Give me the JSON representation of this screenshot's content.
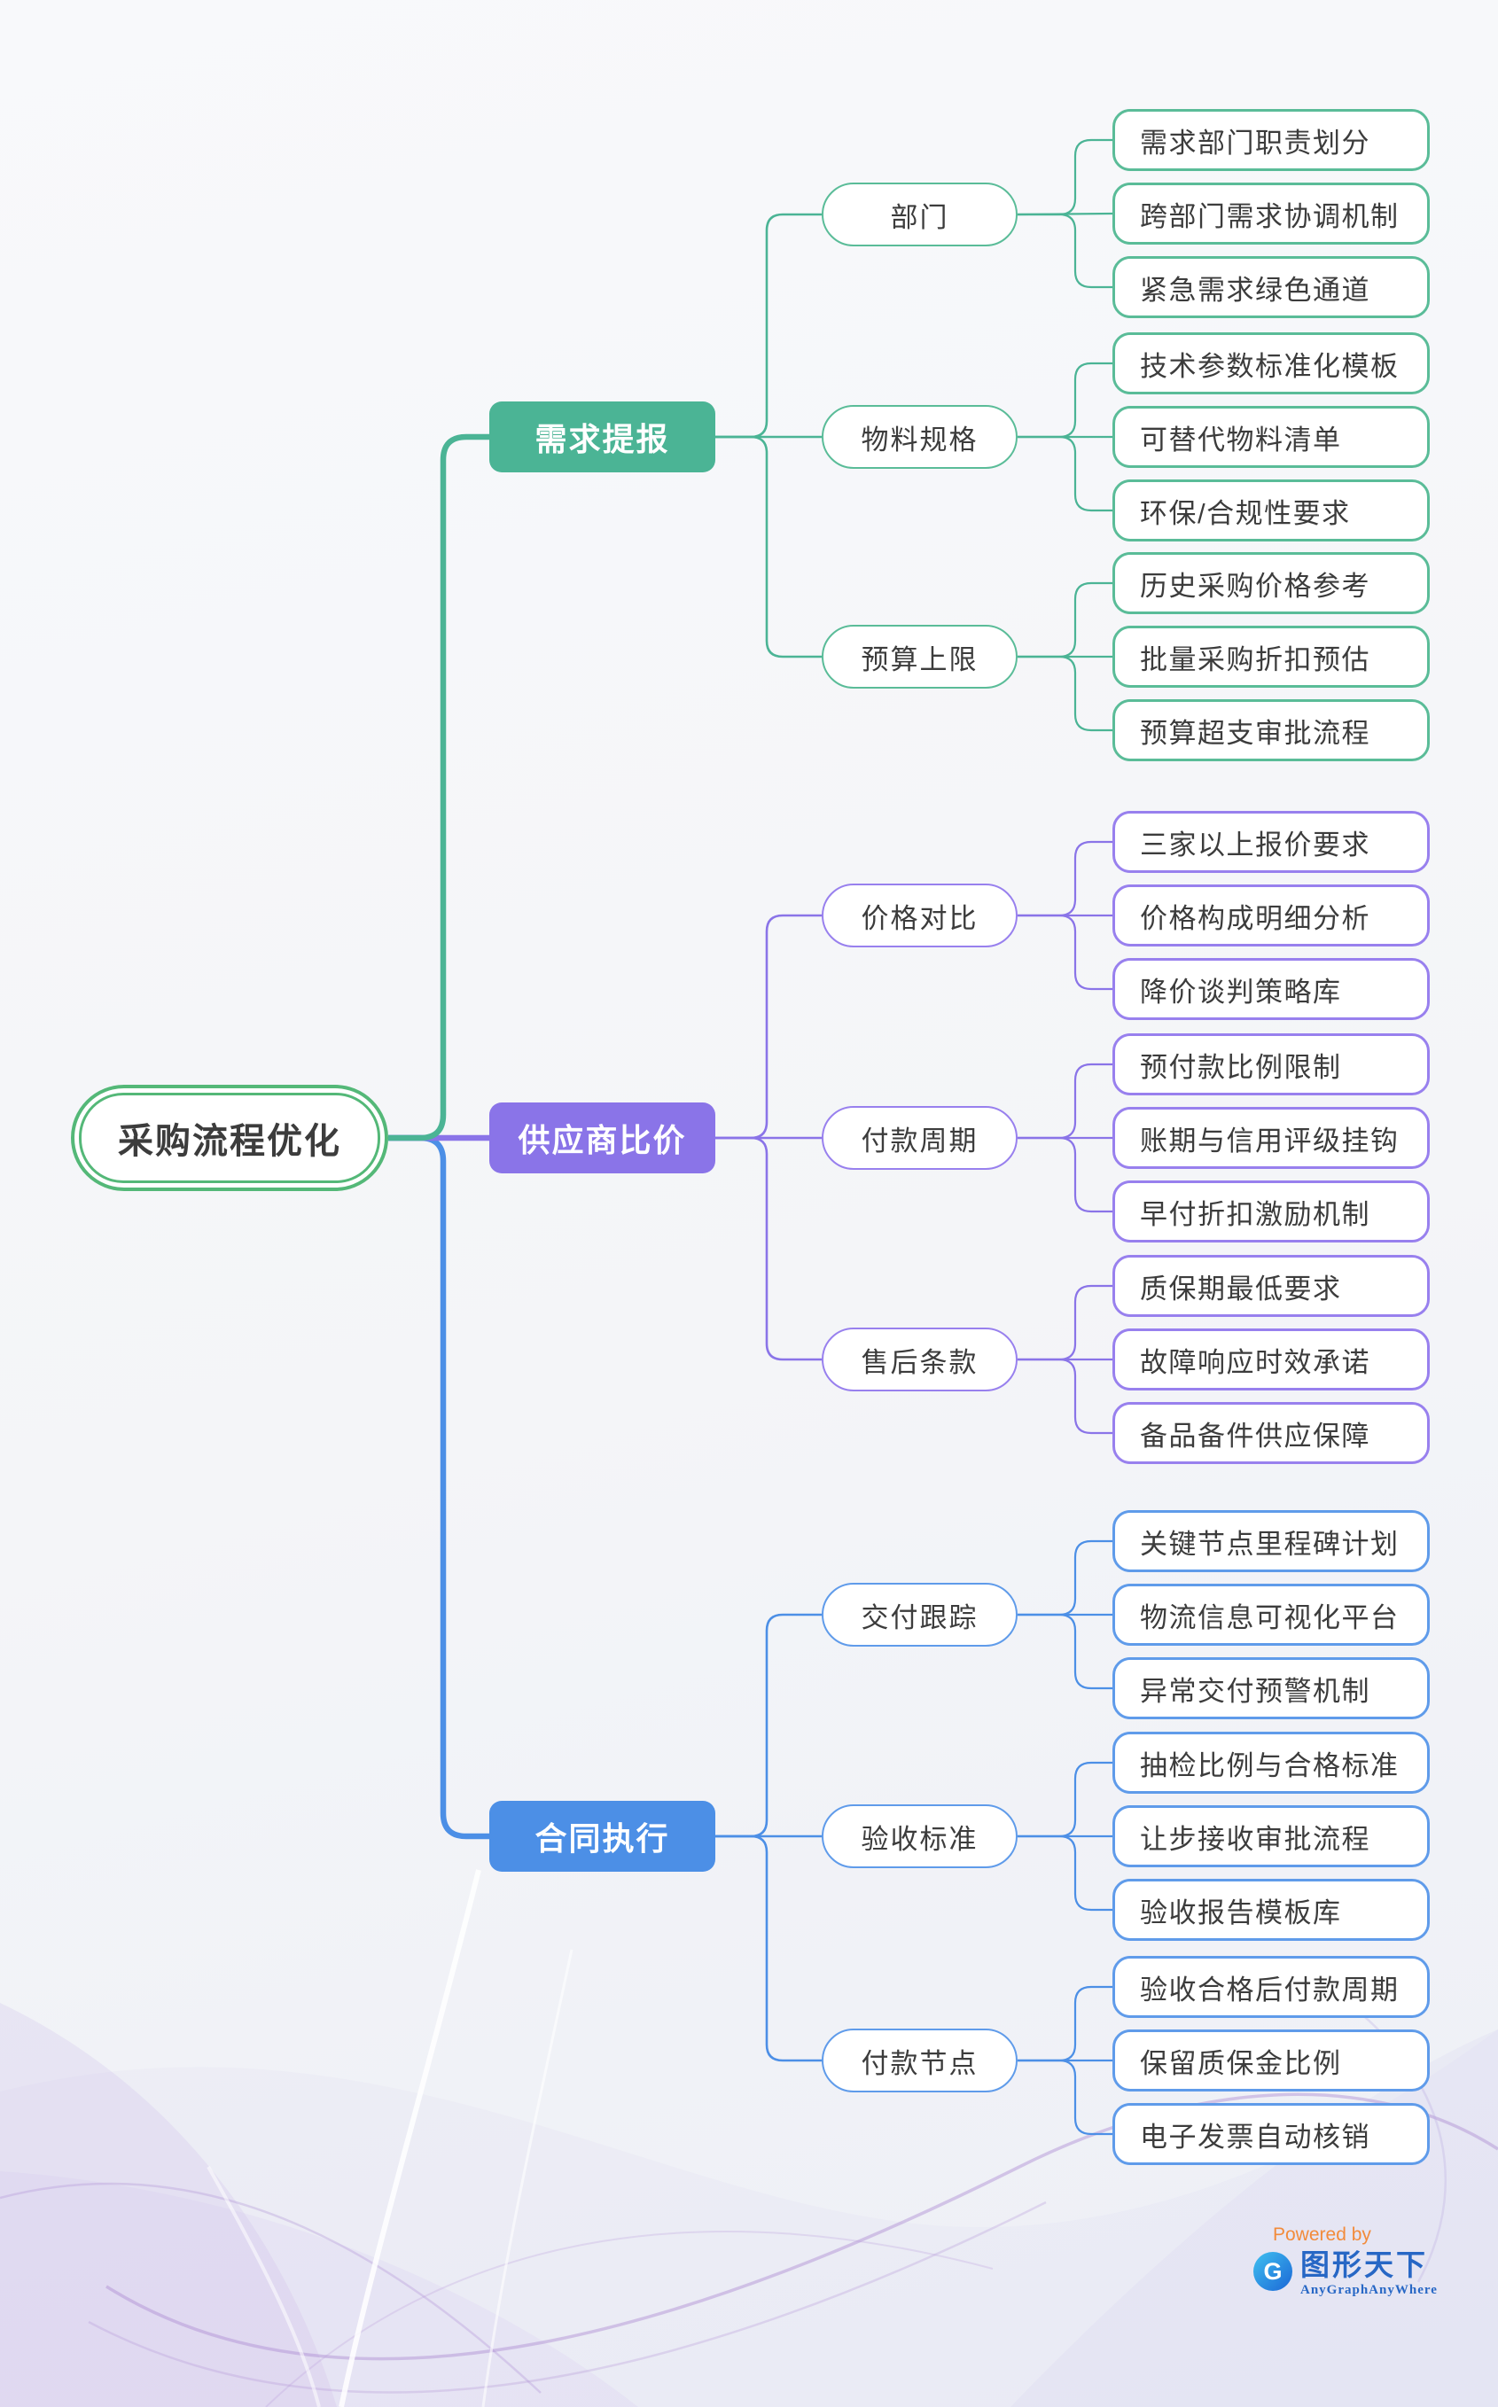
{
  "root": {
    "label": "采购流程优化"
  },
  "branches": [
    {
      "label": "需求提报",
      "color_key": "green",
      "children": [
        {
          "label": "部门",
          "leaves": [
            "需求部门职责划分",
            "跨部门需求协调机制",
            "紧急需求绿色通道"
          ]
        },
        {
          "label": "物料规格",
          "leaves": [
            "技术参数标准化模板",
            "可替代物料清单",
            "环保/合规性要求"
          ]
        },
        {
          "label": "预算上限",
          "leaves": [
            "历史采购价格参考",
            "批量采购折扣预估",
            "预算超支审批流程"
          ]
        }
      ]
    },
    {
      "label": "供应商比价",
      "color_key": "purple",
      "children": [
        {
          "label": "价格对比",
          "leaves": [
            "三家以上报价要求",
            "价格构成明细分析",
            "降价谈判策略库"
          ]
        },
        {
          "label": "付款周期",
          "leaves": [
            "预付款比例限制",
            "账期与信用评级挂钩",
            "早付折扣激励机制"
          ]
        },
        {
          "label": "售后条款",
          "leaves": [
            "质保期最低要求",
            "故障响应时效承诺",
            "备品备件供应保障"
          ]
        }
      ]
    },
    {
      "label": "合同执行",
      "color_key": "blue",
      "children": [
        {
          "label": "交付跟踪",
          "leaves": [
            "关键节点里程碑计划",
            "物流信息可视化平台",
            "异常交付预警机制"
          ]
        },
        {
          "label": "验收标准",
          "leaves": [
            "抽检比例与合格标准",
            "让步接收审批流程",
            "验收报告模板库"
          ]
        },
        {
          "label": "付款节点",
          "leaves": [
            "验收合格后付款周期",
            "保留质保金比例",
            "电子发票自动核销"
          ]
        }
      ]
    }
  ],
  "theme": {
    "green": "#4bb495",
    "purple": "#8a74e8",
    "blue": "#4c8fe6",
    "green_border": "#5abc98",
    "purple_border": "#9880ee",
    "blue_border": "#5f9bea",
    "root_border": "#54b878",
    "text": "#3c3c3c",
    "wm_orange": "#f28b3b",
    "wm_blue": "#2767c5"
  },
  "watermark": {
    "powered_by": "Powered by",
    "brand": "图形天下",
    "brand_sub": "AnyGraphAnyWhere",
    "logo_letter": "G"
  }
}
